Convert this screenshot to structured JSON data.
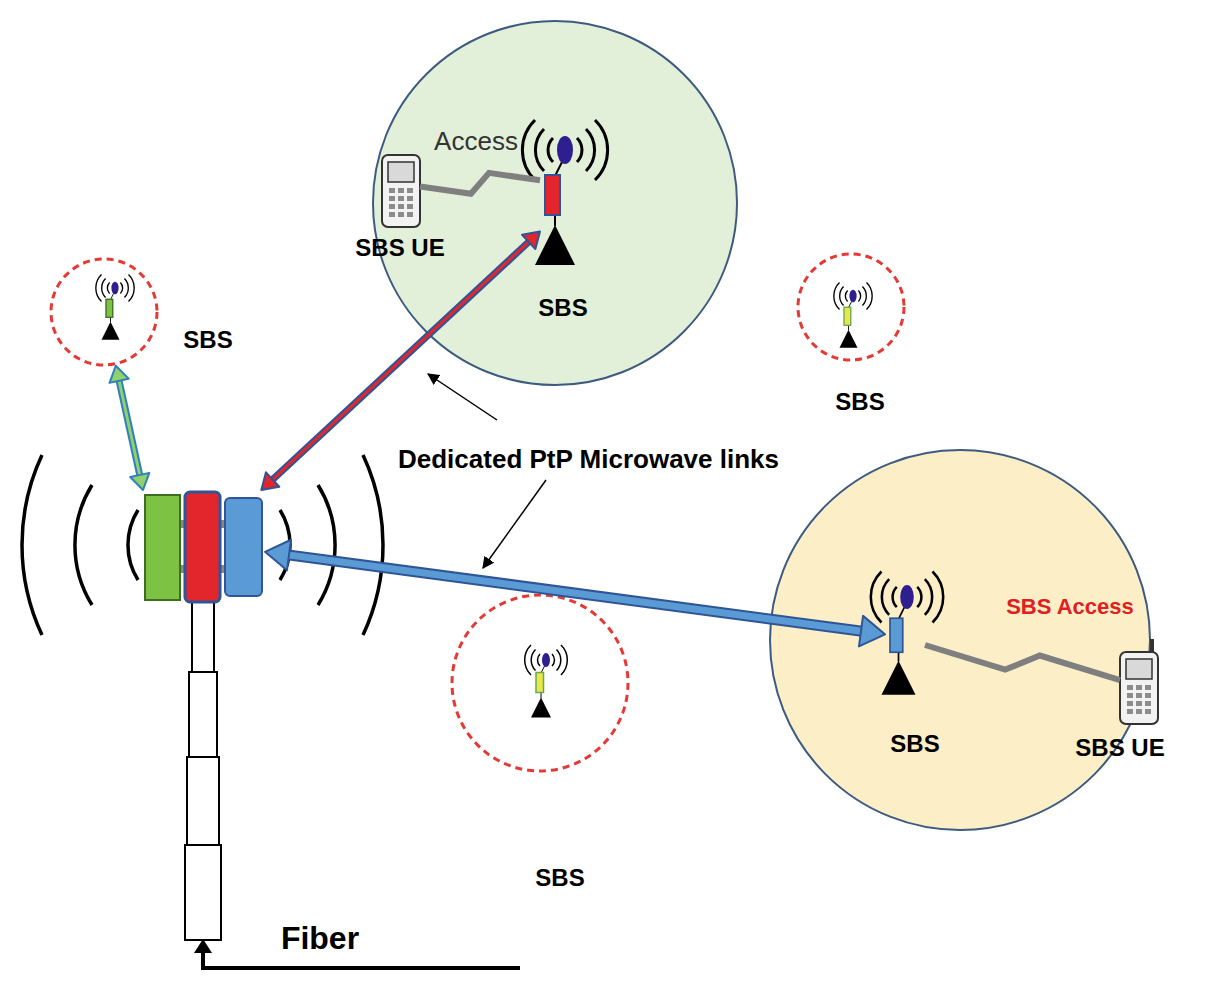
{
  "diagram": {
    "nodes": [
      {
        "text": [
          "SBS UE"
        ]
      },
      {
        "text": [
          "SBS"
        ]
      },
      {
        "text": [
          "SBS"
        ]
      },
      {
        "text": [
          "SBS"
        ]
      },
      {
        "text": [
          "Fiber"
        ]
      },
      {
        "text": [
          "SBS"
        ]
      },
      {
        "text": [
          "SBS"
        ]
      },
      {
        "text": [
          "SBS UE"
        ]
      }
    ],
    "edges": [
      {
        "from": 0,
        "to": 1,
        "label": "Access",
        "arrow": "none"
      },
      {
        "from": 4,
        "to": 2,
        "arrow": "both"
      },
      {
        "from": 4,
        "to": 1,
        "arrow": "both"
      },
      {
        "from": 4,
        "to": 6,
        "arrow": "both"
      },
      {
        "from": 6,
        "to": 7,
        "label": "SBS Access",
        "arrow": "none"
      }
    ],
    "labels": [
      "Dedicated PtP Microwave links"
    ]
  }
}
